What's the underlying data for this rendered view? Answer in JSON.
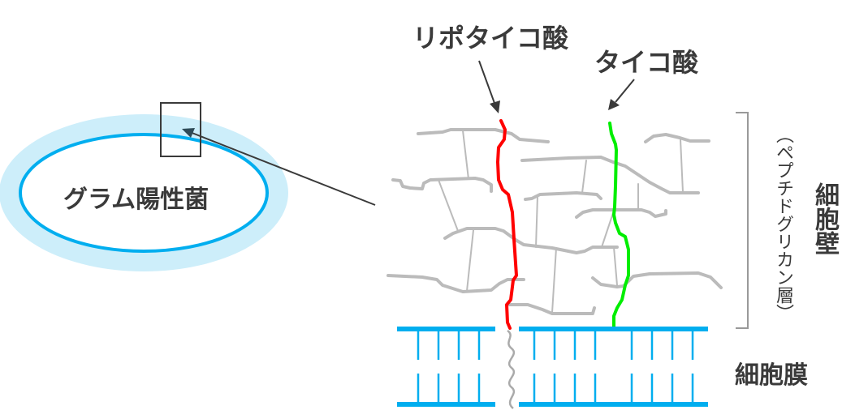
{
  "labels": {
    "bacterium": "グラム陽性菌",
    "lipoteichoic_acid": "リポタイコ酸",
    "teichoic_acid": "タイコ酸",
    "cell_wall": "細胞壁",
    "peptidoglycan_layer": "（ペプチドグリカン層）",
    "cell_membrane": "細胞膜"
  },
  "colors": {
    "outer_halo": "#cdeefa",
    "cell_outline": "#00aeef",
    "membrane": "#00aeef",
    "peptidoglycan": "#bbbbbb",
    "lipoteichoic_acid": "#ff0000",
    "teichoic_acid": "#00ee00",
    "text": "#3a3a3a",
    "arrow": "#3a3a3a"
  }
}
